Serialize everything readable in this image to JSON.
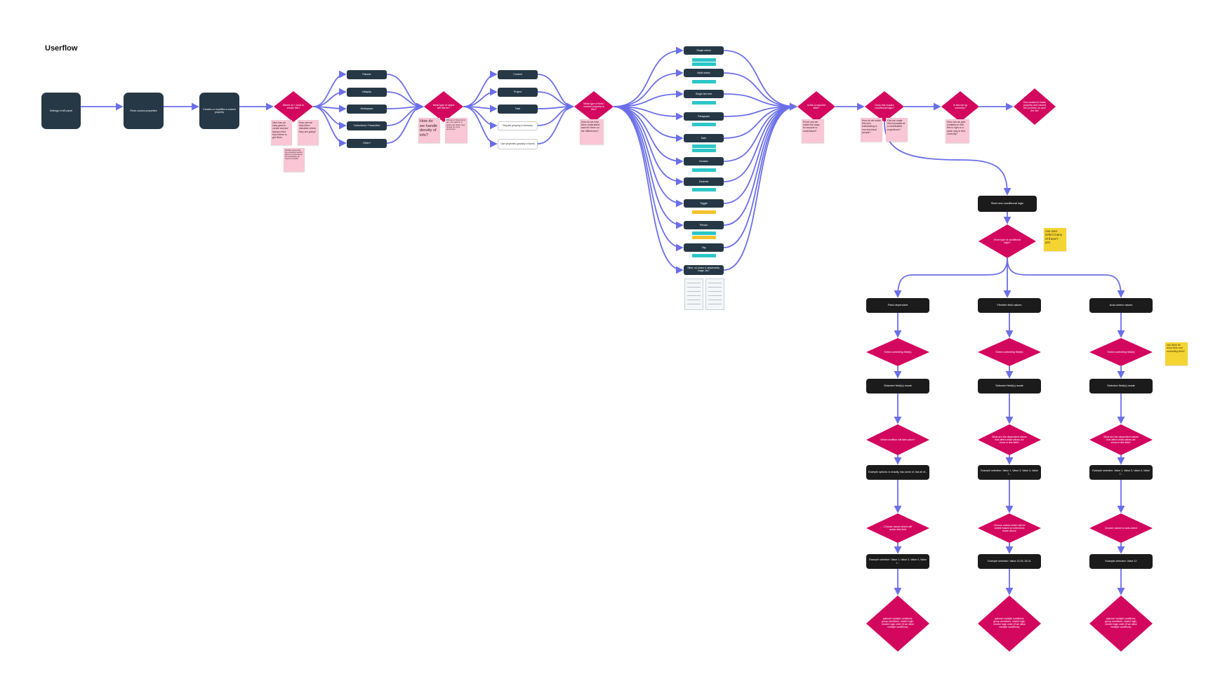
{
  "title": "Userflow",
  "colors": {
    "edge": "#6b6fe8",
    "dark": "#263845",
    "black": "#1b1b1b",
    "diamond": "#d4075f",
    "sticky_pink": "#f8c6d4",
    "sticky_yellow": "#f4d432",
    "tag_cyan": "#2cc6c8",
    "tag_orange": "#f4c22b"
  },
  "flow": {
    "settings": "Settings in left panel",
    "finds": "Finds custom properties",
    "creates": "Creates or modifies a custom property",
    "q_where": "Where do I need to create this?",
    "levels": [
      "Planner",
      "Ubiquity",
      "Workspace",
      "Collections / Favourites",
      "Other?"
    ],
    "q_type": "What type of object will this be?",
    "obj": [
      "Content",
      "Project",
      "Task"
    ],
    "obj_grouping": "Request grouping in hierarchy",
    "obj_user": "User properties (possibly in future)",
    "q_field": "What type of field / custom property is this?",
    "fields": [
      "Single select",
      "Multi select",
      "Single line text",
      "Paragraph",
      "Date",
      "Number",
      "Decimal",
      "Toggle",
      "Person",
      "Tag",
      "Other: url, phone #, attachments, image, etc?"
    ],
    "q_required": "Is this a required field?",
    "q_cond": "Does this require conditional logic?",
    "q_setup": "Is this set up correctly?",
    "q_final": "Our created & made property and named the process on next the list!",
    "start_cond": "Start new conditional logic",
    "q_cond_type": "What type of conditional logic?",
    "branches": [
      {
        "head": "Field dependent",
        "d1": "Select controlling field(s)",
        "sel": "Selected field(s) made",
        "d2": "What condition will take place?",
        "ex1": "Example options: is exactly, has some of, has all of...",
        "d3": "Choose values which will action this field",
        "ex2": "Example selection: Value 1, Value 3, Value 4, Value 7...",
        "d4": "optional: multiple conditions, group conditions, nested logic, reorder logic order (if we allow multiple conditions)"
      },
      {
        "head": "Flexible field values",
        "d1": "Select controlling field(s)",
        "sel": "Selected field(s) made",
        "d2": "What are the dependent values that affect what values we show in this field?",
        "ex1": "Example selection: Value 1, Value 3, Value 4, Value 7...",
        "d3": "Choose values which will be visible based on selections made above",
        "ex2": "Example selection: Value 13-25, 28-31",
        "d4": "optional: multiple conditions, group conditions, nested logic, reorder logic order (if we allow multiple conditions)"
      },
      {
        "head": "Auto-select values",
        "d1": "Select controlling field(s)",
        "sel": "Selected field(s) made",
        "d2": "What are the dependent values that affect what values we show in this field?",
        "ex1": "Example selection: Value 1, Value 3, Value 4, Value 7...",
        "d3": "Choose values to auto-select",
        "ex2": "Example selection: Value 12",
        "d4": "optional: multiple conditions, group conditions, nested logic, reorder logic order (if we allow multiple conditions)"
      }
    ]
  },
  "notes": {
    "n1": "User has an easy goal to create and are trying to find how where to get there",
    "n2": "How can we help them visualize where they are going?",
    "n3": "Possibly along side the properties section; there is a level above the workspace we need to consider",
    "n4": "How do we handle density of info?",
    "n5": "Wherever these items are, the options to select the object type should be more prominent",
    "n6": "How do we help them understand each fix them on the differences?",
    "n7": "Prove can we make this easy for anyone to understand?",
    "n8": "How do we make this less intimidating to non-technical people?",
    "n9": "Can we make this focusable at a card/builder experience?",
    "n10": "How can we give confidence that this is right or a quick way to test correctly?",
    "y1": "can user select many of these? yes.",
    "y2": "can there be more than one controlling field?"
  }
}
